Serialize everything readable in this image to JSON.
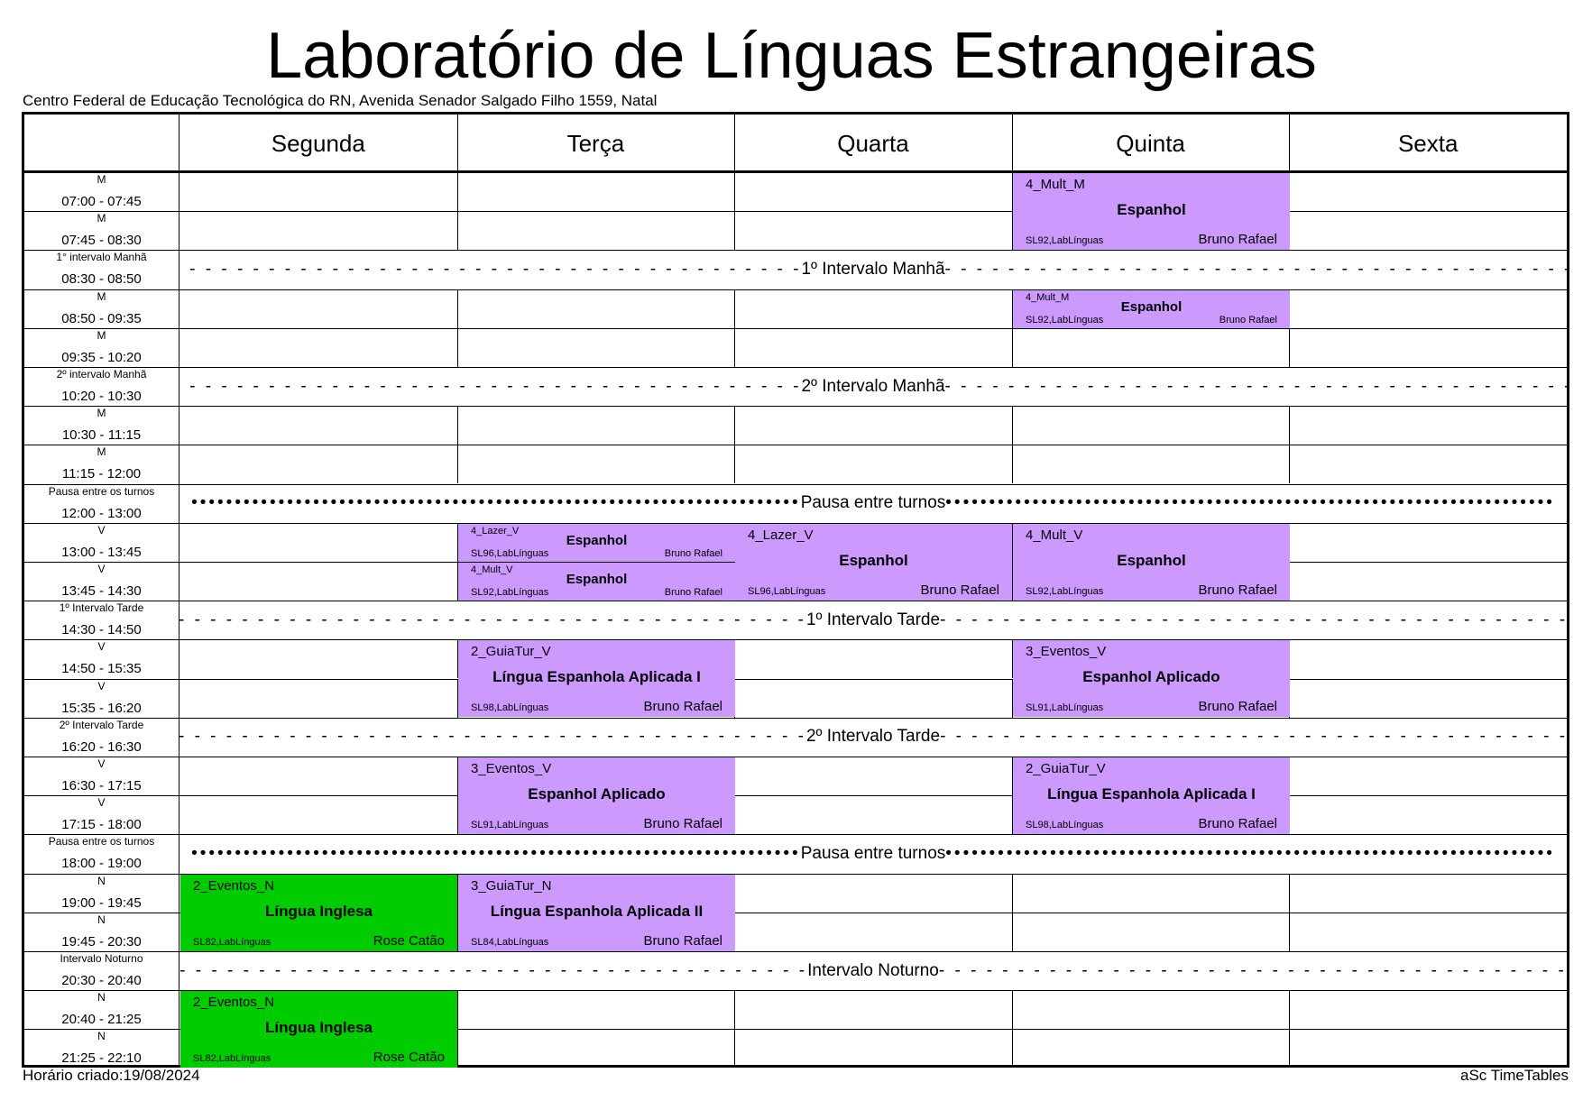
{
  "title": "Laboratório de Línguas Estrangeiras",
  "subtitle": "Centro Federal de Educação Tecnológica do RN, Avenida Senador Salgado Filho 1559, Natal",
  "footer": {
    "created": "Horário criado:19/08/2024",
    "brand": "aSc TimeTables"
  },
  "days": [
    "Segunda",
    "Terça",
    "Quarta",
    "Quinta",
    "Sexta"
  ],
  "periods": [
    {
      "label": "M",
      "time": "07:00 - 07:45"
    },
    {
      "label": "M",
      "time": "07:45 - 08:30"
    },
    {
      "label": "1° intervalo Manhã",
      "time": "08:30 - 08:50",
      "break": "1º Intervalo Manhã",
      "style": "dash"
    },
    {
      "label": "M",
      "time": "08:50 - 09:35"
    },
    {
      "label": "M",
      "time": "09:35 - 10:20"
    },
    {
      "label": "2º intervalo Manhã",
      "time": "10:20 - 10:30",
      "break": "2º Intervalo Manhã",
      "style": "dash"
    },
    {
      "label": "M",
      "time": "10:30 - 11:15"
    },
    {
      "label": "M",
      "time": "11:15 - 12:00"
    },
    {
      "label": "Pausa entre os turnos",
      "time": "12:00 - 13:00",
      "break": "Pausa entre turnos",
      "style": "dot"
    },
    {
      "label": "V",
      "time": "13:00 - 13:45"
    },
    {
      "label": "V",
      "time": "13:45 - 14:30"
    },
    {
      "label": "1º Intervalo Tarde",
      "time": "14:30 - 14:50",
      "break": "1º Intervalo Tarde",
      "style": "dash"
    },
    {
      "label": "V",
      "time": "14:50 - 15:35"
    },
    {
      "label": "V",
      "time": "15:35 - 16:20"
    },
    {
      "label": "2º Intervalo Tarde",
      "time": "16:20 - 16:30",
      "break": "2º Intervalo Tarde",
      "style": "dash"
    },
    {
      "label": "V",
      "time": "16:30 - 17:15"
    },
    {
      "label": "V",
      "time": "17:15 - 18:00"
    },
    {
      "label": "Pausa entre os turnos",
      "time": "18:00 - 19:00",
      "break": "Pausa entre turnos",
      "style": "dot"
    },
    {
      "label": "N",
      "time": "19:00 - 19:45"
    },
    {
      "label": "N",
      "time": "19:45 - 20:30"
    },
    {
      "label": "Intervalo Noturno",
      "time": "20:30 - 20:40",
      "break": "Intervalo Noturno",
      "style": "dash"
    },
    {
      "label": "N",
      "time": "20:40 - 21:25"
    },
    {
      "label": "N",
      "time": "21:25 - 22:10"
    }
  ],
  "lessons": [
    {
      "day": 3,
      "period": 0,
      "span": 2,
      "group": "4_Mult_M",
      "subject": "Espanhol",
      "room": "SL92,LabLínguas",
      "teacher": "Bruno Rafael",
      "color": "#cc99ff"
    },
    {
      "day": 3,
      "period": 3,
      "span": 1,
      "group": "4_Mult_M",
      "subject": "Espanhol",
      "room": "SL92,LabLínguas",
      "teacher": "Bruno Rafael",
      "color": "#cc99ff"
    },
    {
      "day": 1,
      "period": 9,
      "span": 1,
      "group": "4_Lazer_V",
      "subject": "Espanhol",
      "room": "SL96,LabLínguas",
      "teacher": "Bruno Rafael",
      "color": "#cc99ff"
    },
    {
      "day": 1,
      "period": 10,
      "span": 1,
      "group": "4_Mult_V",
      "subject": "Espanhol",
      "room": "SL92,LabLínguas",
      "teacher": "Bruno Rafael",
      "color": "#cc99ff"
    },
    {
      "day": 2,
      "period": 9,
      "span": 2,
      "group": "4_Lazer_V",
      "subject": "Espanhol",
      "room": "SL96,LabLínguas",
      "teacher": "Bruno Rafael",
      "color": "#cc99ff"
    },
    {
      "day": 3,
      "period": 9,
      "span": 2,
      "group": "4_Mult_V",
      "subject": "Espanhol",
      "room": "SL92,LabLínguas",
      "teacher": "Bruno Rafael",
      "color": "#cc99ff"
    },
    {
      "day": 1,
      "period": 12,
      "span": 2,
      "group": "2_GuiaTur_V",
      "subject": "Língua Espanhola Aplicada I",
      "room": "SL98,LabLínguas",
      "teacher": "Bruno Rafael",
      "color": "#cc99ff"
    },
    {
      "day": 3,
      "period": 12,
      "span": 2,
      "group": "3_Eventos_V",
      "subject": "Espanhol Aplicado",
      "room": "SL91,LabLínguas",
      "teacher": "Bruno Rafael",
      "color": "#cc99ff"
    },
    {
      "day": 1,
      "period": 15,
      "span": 2,
      "group": "3_Eventos_V",
      "subject": "Espanhol Aplicado",
      "room": "SL91,LabLínguas",
      "teacher": "Bruno Rafael",
      "color": "#cc99ff"
    },
    {
      "day": 3,
      "period": 15,
      "span": 2,
      "group": "2_GuiaTur_V",
      "subject": "Língua Espanhola Aplicada I",
      "room": "SL98,LabLínguas",
      "teacher": "Bruno Rafael",
      "color": "#cc99ff"
    },
    {
      "day": 0,
      "period": 18,
      "span": 2,
      "group": "2_Eventos_N",
      "subject": "Língua Inglesa",
      "room": "SL82,LabLínguas",
      "teacher": "Rose Catão",
      "color": "#00cc00"
    },
    {
      "day": 1,
      "period": 18,
      "span": 2,
      "group": "3_GuiaTur_N",
      "subject": "Língua Espanhola Aplicada II",
      "room": "SL84,LabLínguas",
      "teacher": "Bruno Rafael",
      "color": "#cc99ff"
    },
    {
      "day": 0,
      "period": 21,
      "span": 2,
      "group": "2_Eventos_N",
      "subject": "Língua Inglesa",
      "room": "SL82,LabLínguas",
      "teacher": "Rose Catão",
      "color": "#00cc00"
    }
  ]
}
